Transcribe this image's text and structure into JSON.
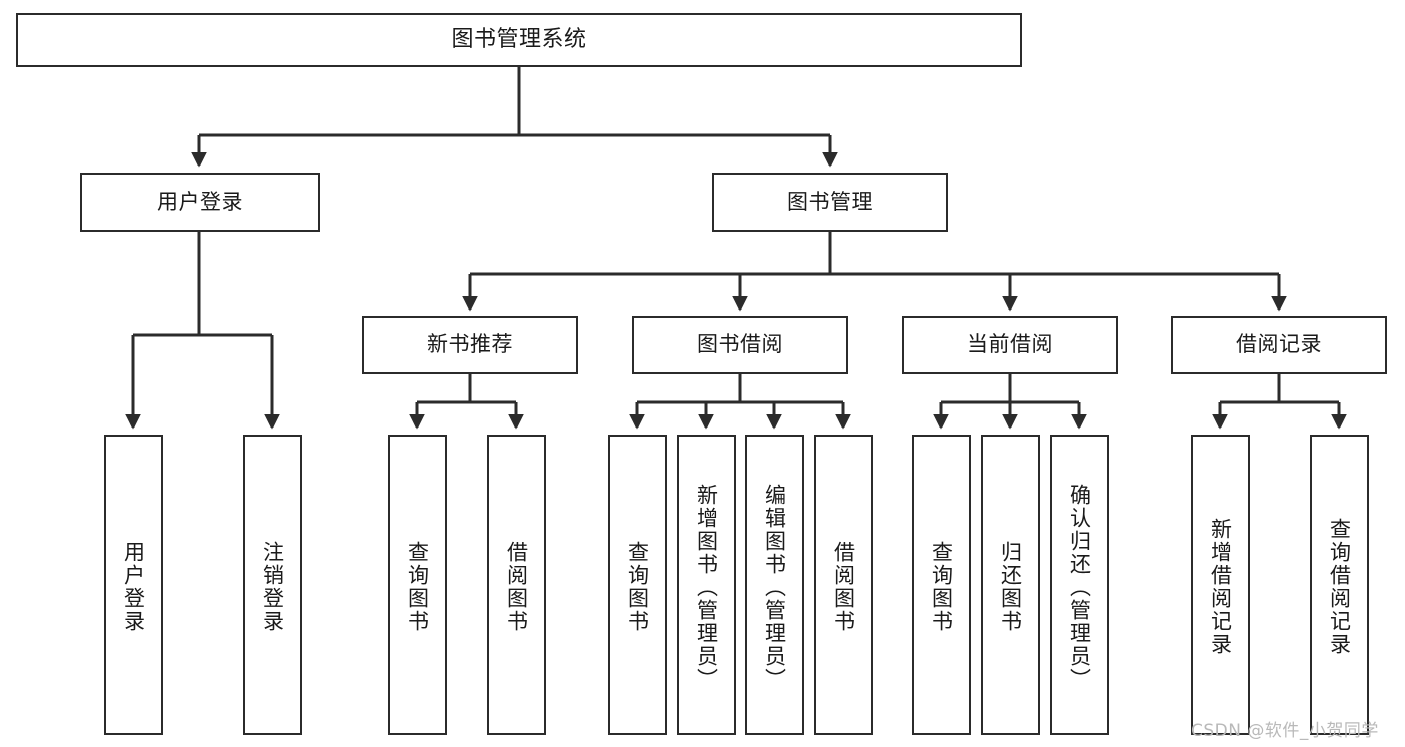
{
  "diagram": {
    "title": "图书管理系统",
    "style": {
      "box_border_color": "#2b2b2b",
      "box_fill_color": "#ffffff",
      "edge_color": "#2b2b2b",
      "text_color": "#1a1a1a",
      "background": "#ffffff"
    },
    "root": {
      "label": "图书管理系统"
    },
    "level1": [
      {
        "label": "用户登录"
      },
      {
        "label": "图书管理"
      }
    ],
    "level2": [
      {
        "label": "新书推荐"
      },
      {
        "label": "图书借阅"
      },
      {
        "label": "当前借阅"
      },
      {
        "label": "借阅记录"
      }
    ],
    "leaves": {
      "user_login": [
        {
          "label": "用户登录"
        },
        {
          "label": "注销登录"
        }
      ],
      "new_book_recommend": [
        {
          "label": "查询图书"
        },
        {
          "label": "借阅图书"
        }
      ],
      "book_borrow": [
        {
          "label": "查询图书"
        },
        {
          "label": "新增图书（管理员）"
        },
        {
          "label": "编辑图书（管理员）"
        },
        {
          "label": "借阅图书"
        }
      ],
      "current_borrow": [
        {
          "label": "查询图书"
        },
        {
          "label": "归还图书"
        },
        {
          "label": "确认归还（管理员）"
        }
      ],
      "borrow_record": [
        {
          "label": "新增借阅记录"
        },
        {
          "label": "查询借阅记录"
        }
      ]
    },
    "watermark": "CSDN @软件_小贺同学"
  }
}
